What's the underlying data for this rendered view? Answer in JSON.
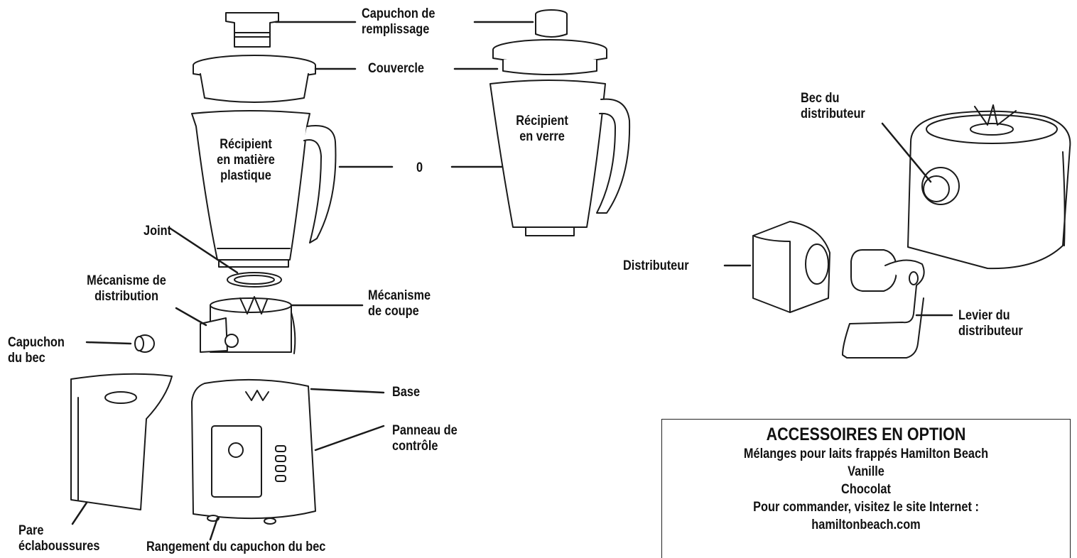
{
  "labels": {
    "capuchon_remplissage": "Capuchon de\nremplissage",
    "couvercle": "Couvercle",
    "recipient_plastique": "Récipient\nen matière\nplastique",
    "recipient_verre": "Récipient\nen verre",
    "zero": "0",
    "joint": "Joint",
    "mecanisme_distribution": "Mécanisme de\ndistribution",
    "mecanisme_coupe": "Mécanisme\nde coupe",
    "capuchon_bec": "Capuchon\ndu bec",
    "base": "Base",
    "panneau_controle": "Panneau de\ncontrôle",
    "pare_eclaboussures": "Pare\néclaboussures",
    "rangement_capuchon": "Rangement du capuchon du bec",
    "bec_distributeur": "Bec du\ndistributeur",
    "distributeur": "Distributeur",
    "levier_distributeur": "Levier du\ndistributeur"
  },
  "accessories": {
    "title": "ACCESSOIRES EN OPTION",
    "lines": [
      "Mélanges pour laits frappés Hamilton Beach",
      "Vanille",
      "Chocolat",
      "Pour commander, visitez le site Internet :",
      "hamiltonbeach.com"
    ]
  }
}
